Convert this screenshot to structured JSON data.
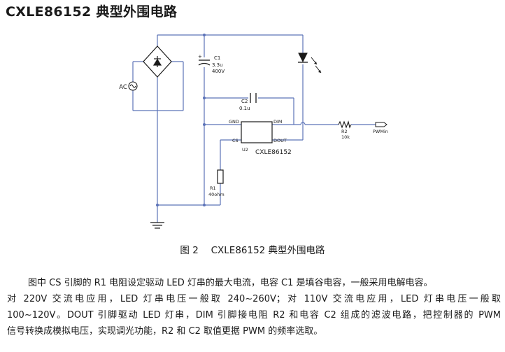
{
  "heading": "CXLE86152 典型外围电路",
  "schematic": {
    "ac_label": "AC",
    "c1_name": "C1",
    "c1_value": "3.3u",
    "c1_voltage": "400V",
    "c2_name": "C2",
    "c2_value": "0.1u",
    "ic_pin_gnd": "GND",
    "ic_pin_dim": "DIM",
    "ic_pin_cs": "CS",
    "ic_pin_dout": "DOUT",
    "ic_ref": "U2",
    "ic_part": "CXLE86152",
    "r1_name": "R1",
    "r1_value": "40ohm",
    "r2_name": "R2",
    "r2_value": "10k",
    "pwm_label": "PWMin",
    "colors": {
      "wire": "#5c73b8",
      "component": "#1a1a1a"
    }
  },
  "caption": "图 2　 CXLE86152 典型外围电路",
  "paragraph_lines": [
    "图中 CS 引脚的 R1 电阻设定驱动 LED 灯串的最大电流，电容 C1 是填谷电容，一般采用电解电容。",
    "对 220V 交流电应用，LED 灯串电压一般取 240~260V；对 110V 交流电应用，LED 灯串电压一般取",
    "100~120V。DOUT 引脚驱动 LED 灯串，DIM 引脚接电阻 R2 和电容 C2 组成的滤波电路，把控制器的 PWM",
    "信号转换成模拟电压，实现调光功能，R2 和 C2 取值更据 PWM 的频率选取。"
  ]
}
